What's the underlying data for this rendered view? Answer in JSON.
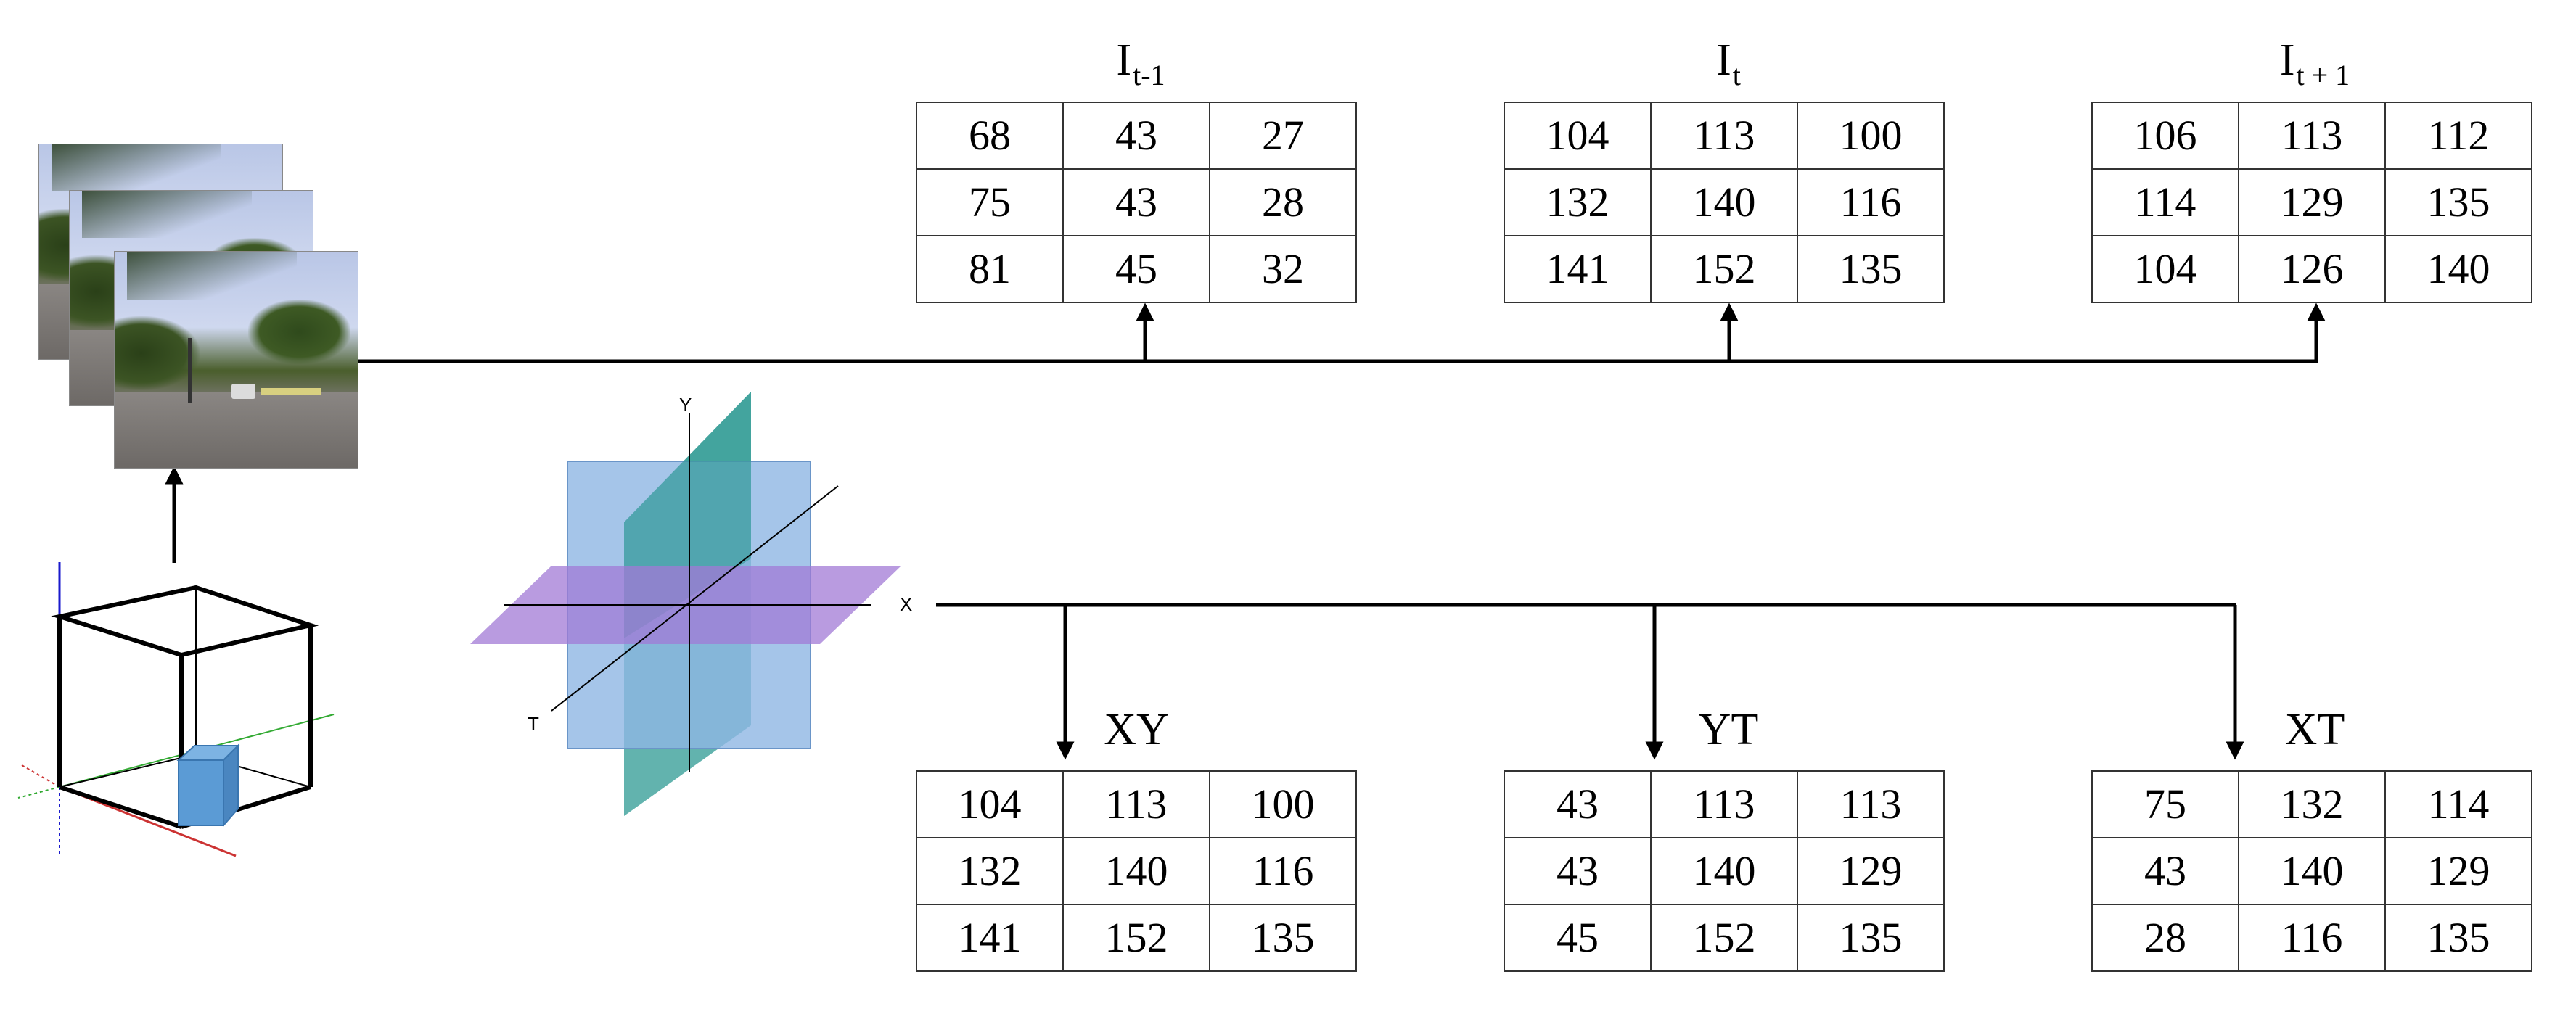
{
  "top_tables": [
    {
      "label_main": "I",
      "label_sub": "t-1",
      "rows": [
        [
          "68",
          "43",
          "27"
        ],
        [
          "75",
          "43",
          "28"
        ],
        [
          "81",
          "45",
          "32"
        ]
      ]
    },
    {
      "label_main": "I",
      "label_sub": "t",
      "rows": [
        [
          "104",
          "113",
          "100"
        ],
        [
          "132",
          "140",
          "116"
        ],
        [
          "141",
          "152",
          "135"
        ]
      ]
    },
    {
      "label_main": "I",
      "label_sub": "t + 1",
      "rows": [
        [
          "106",
          "113",
          "112"
        ],
        [
          "114",
          "129",
          "135"
        ],
        [
          "104",
          "126",
          "140"
        ]
      ]
    }
  ],
  "bottom_tables": [
    {
      "label": "XY",
      "rows": [
        [
          "104",
          "113",
          "100"
        ],
        [
          "132",
          "140",
          "116"
        ],
        [
          "141",
          "152",
          "135"
        ]
      ]
    },
    {
      "label": "YT",
      "rows": [
        [
          "43",
          "113",
          "113"
        ],
        [
          "43",
          "140",
          "129"
        ],
        [
          "45",
          "152",
          "135"
        ]
      ]
    },
    {
      "label": "XT",
      "rows": [
        [
          "75",
          "132",
          "114"
        ],
        [
          "43",
          "140",
          "129"
        ],
        [
          "28",
          "116",
          "135"
        ]
      ]
    }
  ],
  "axes": {
    "x": "X",
    "y": "Y",
    "t": "T"
  },
  "colors": {
    "plane_xy": "#8fb6e3",
    "plane_yt": "#2e9a93",
    "plane_xt": "#a17ad6",
    "cube": "#5b9bd5",
    "line": "#000000"
  }
}
